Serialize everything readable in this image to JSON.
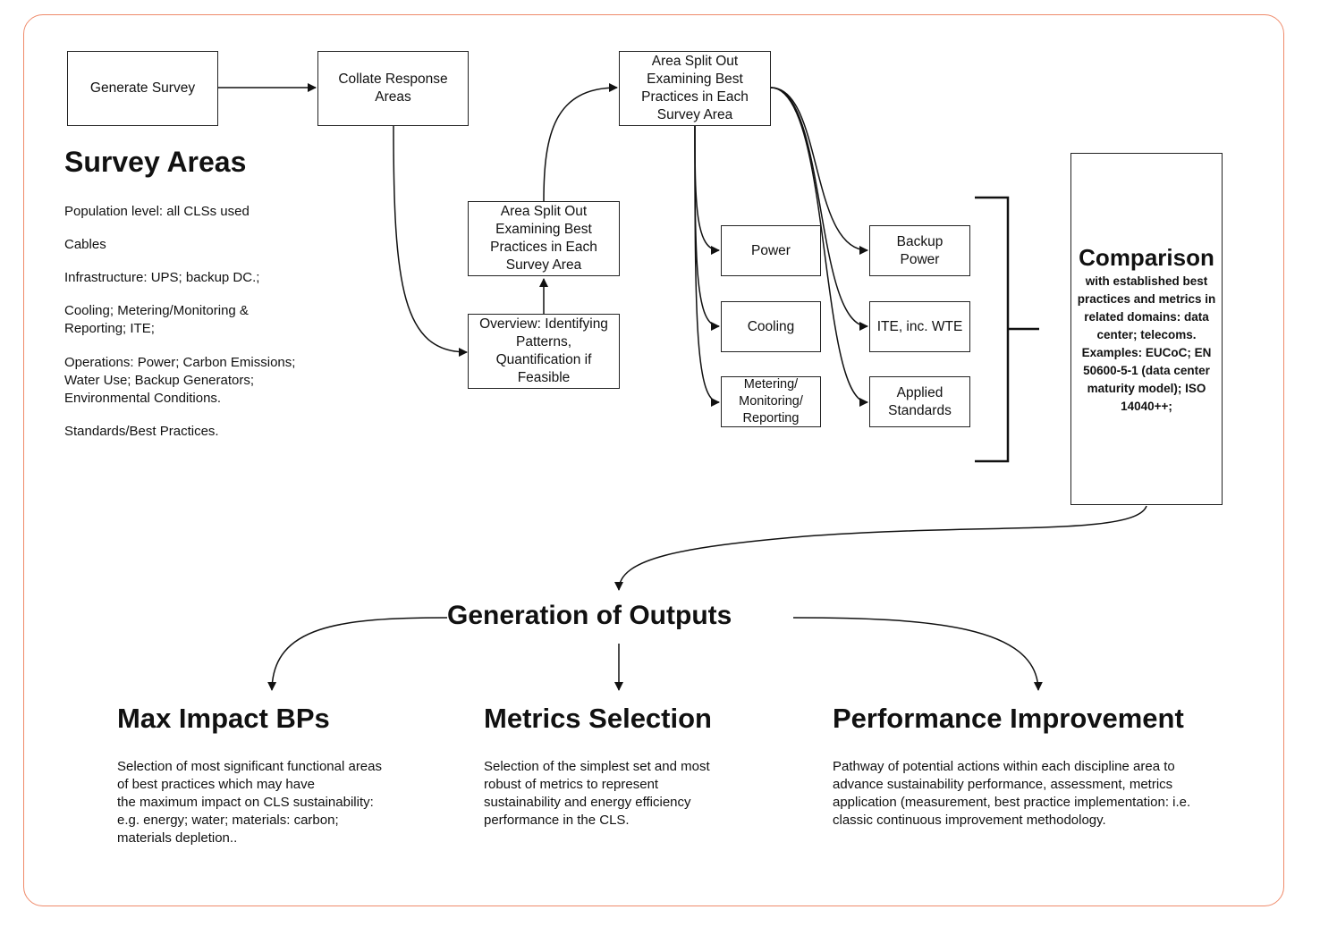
{
  "survey_areas": {
    "title": "Survey Areas",
    "items": [
      "Population level: all CLSs used",
      "Cables",
      "Infrastructure: UPS; backup DC.;",
      "Cooling; Metering/Monitoring &\nReporting; ITE;",
      "Operations: Power; Carbon Emissions;\nWater Use; Backup Generators;\nEnvironmental Conditions.",
      "Standards/Best Practices."
    ]
  },
  "nodes": {
    "generate_survey": "Generate Survey",
    "collate_response": "Collate Response\nAreas",
    "area_split_top": "Area Split Out\nExamining Best\nPractices in Each\nSurvey Area",
    "area_split_mid": "Area Split Out\nExamining Best\nPractices in Each\nSurvey Area",
    "overview": "Overview: Identifying\nPatterns,\nQuantification if\nFeasible",
    "power": "Power",
    "cooling": "Cooling",
    "metering": "Metering/\nMonitoring/\nReporting",
    "backup_power": "Backup\nPower",
    "ite": "ITE, inc. WTE",
    "applied_standards": "Applied\nStandards"
  },
  "comparison": {
    "title": "Comparison",
    "body": "with established best\npractices and metrics in\nrelated domains: data\ncenter; telecoms.\nExamples: EUCoC; EN\n50600-5-1 (data center\nmaturity model); ISO\n14040++;"
  },
  "outputs": {
    "title": "Generation of Outputs",
    "max_impact": {
      "title": "Max Impact BPs",
      "body": "Selection of most significant functional areas\nof best practices which may have\nthe maximum impact on CLS sustainability:\ne.g. energy; water; materials: carbon;\nmaterials depletion.."
    },
    "metrics": {
      "title": "Metrics Selection",
      "body": "Selection of the simplest set and most\nrobust of metrics to represent\nsustainability and energy efficiency\nperformance in the CLS."
    },
    "performance": {
      "title": "Performance Improvement",
      "body": "Pathway of potential actions within each discipline area to\nadvance sustainability performance, assessment, metrics\napplication (measurement, best practice implementation: i.e.\nclassic continuous improvement methodology."
    }
  }
}
